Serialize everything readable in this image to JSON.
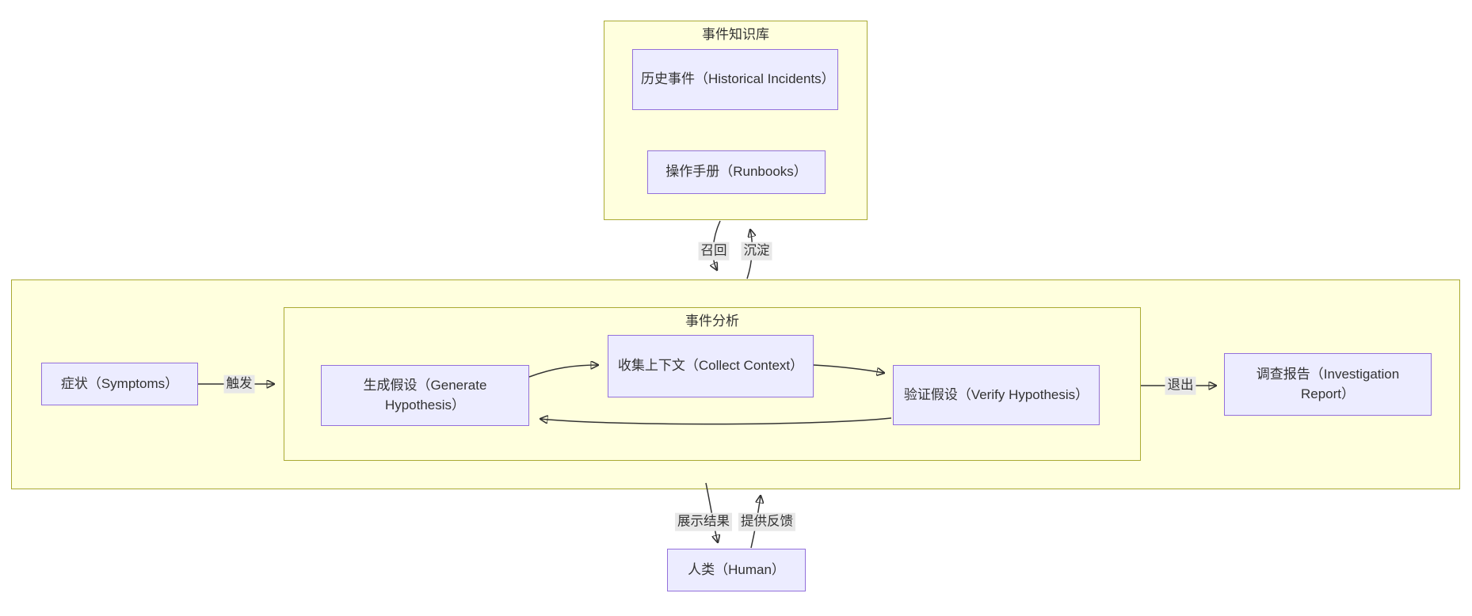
{
  "diagram": {
    "knowledge_base": {
      "title": "事件知识库",
      "historical_node": "历史事件（Historical Incidents）",
      "runbooks_node": "操作手册（Runbooks）"
    },
    "main_flow": {
      "symptoms_node": "症状（Symptoms）",
      "analysis": {
        "title": "事件分析",
        "generate_node": "生成假设（Generate Hypothesis）",
        "collect_node": "收集上下文（Collect Context）",
        "verify_node": "验证假设（Verify Hypothesis）"
      },
      "report_node": "调查报告（Investigation Report）"
    },
    "human_node": "人类（Human）",
    "edge_labels": {
      "recall": "召回",
      "deposit": "沉淀",
      "trigger": "触发",
      "exit": "退出",
      "show_results": "展示结果",
      "feedback": "提供反馈"
    },
    "colors": {
      "node_fill": "#ECECFF",
      "node_border": "#9370DB",
      "container_fill": "#FFFFDE",
      "container_border": "#AAAA33",
      "edge": "#333333",
      "edge_label_bg": "#E8E8E8",
      "text": "#333333"
    }
  }
}
